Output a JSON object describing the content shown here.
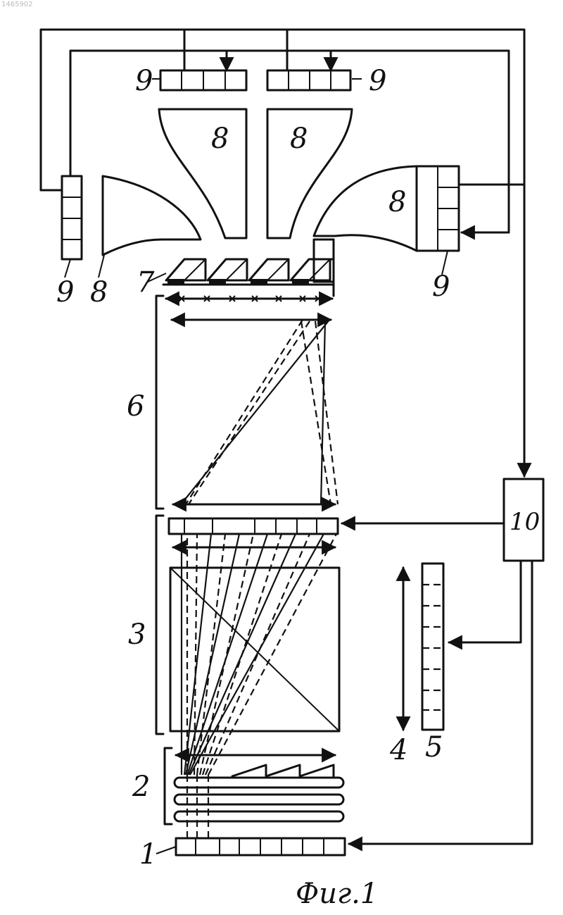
{
  "corner_text": "1465902",
  "caption": "Фиг.1",
  "labels": {
    "l1": "1",
    "l2": "2",
    "l3": "3",
    "l4": "4",
    "l5": "5",
    "l6": "6",
    "l7": "7",
    "l8_top_left": "8",
    "l8_top_right": "8",
    "l8_bottom_left": "8",
    "l8_right": "8",
    "l9_top_left": "9",
    "l9_top_right": "9",
    "l9_left": "9",
    "l9_right": "9",
    "l10": "10"
  }
}
